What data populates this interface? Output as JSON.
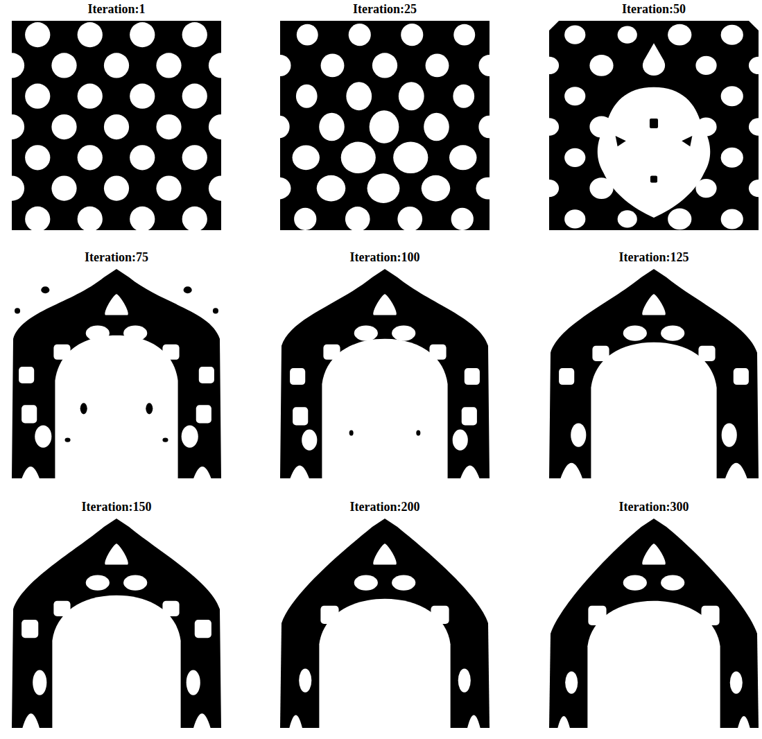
{
  "diagram": {
    "labels": [
      "Iteration:1",
      "Iteration:25",
      "Iteration:50",
      "Iteration:75",
      "Iteration:100",
      "Iteration:125",
      "Iteration:150",
      "Iteration:200",
      "Iteration:300"
    ]
  }
}
